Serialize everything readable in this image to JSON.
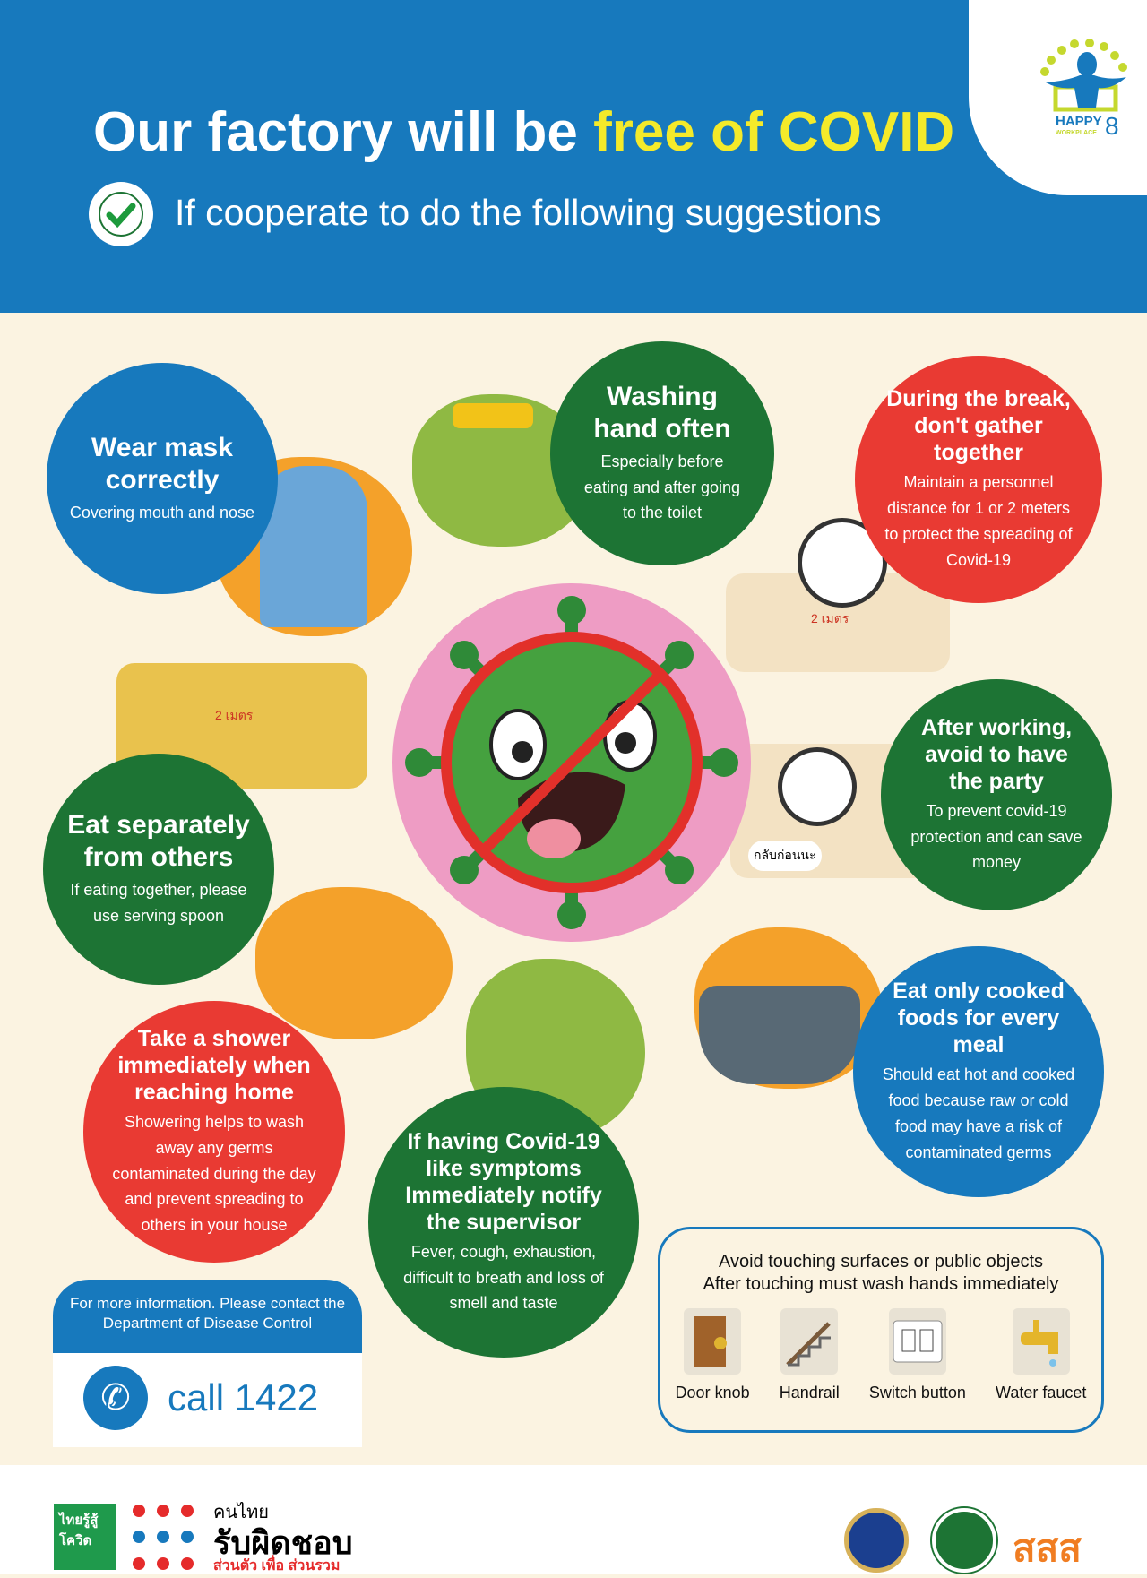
{
  "header": {
    "title_plain": "Our factory will be",
    "title_highlight": "free of COVID",
    "subtitle": "If cooperate to do the following suggestions",
    "logo": {
      "line1": "HAPPY",
      "line2": "WORKPLACE",
      "num": "8"
    }
  },
  "tips": [
    {
      "title": "Wear mask correctly",
      "body": "Covering mouth and nose"
    },
    {
      "title": "Washing hand often",
      "body": "Especially before eating and after going to the toilet"
    },
    {
      "title": "During the break, don't gather together",
      "body": "Maintain a personnel distance for 1 or 2 meters to protect the spreading of Covid-19"
    },
    {
      "title": "Eat separately from others",
      "body": "If eating together, please use serving spoon"
    },
    {
      "title": "After working, avoid to have the party",
      "body": "To prevent covid-19 protection and can save money"
    },
    {
      "title": "Eat only cooked foods for every meal",
      "body": "Should eat hot and cooked food because raw or cold food may have a risk of contaminated germs"
    },
    {
      "title": "Take a shower immediately when reaching home",
      "body": "Showering helps to wash away any germs contaminated during the day and prevent spreading to others in your house"
    },
    {
      "title": "If having Covid-19 like symptoms Immediately notify the supervisor",
      "body": "Fever, cough, exhaustion, difficult to breath and loss of smell and taste"
    }
  ],
  "illustration_labels": {
    "distance1": "2 เมตร",
    "distance2": "2 เมตร",
    "speech": "กลับก่อนนะ"
  },
  "contact": {
    "text": "For more information. Please contact the Department of Disease Control",
    "call_label": "call",
    "number": "1422"
  },
  "avoid": {
    "line1": "Avoid touching surfaces or public objects",
    "line2": "After touching must wash hands immediately",
    "objects": [
      "Door knob",
      "Handrail",
      "Switch button",
      "Water faucet"
    ]
  },
  "footer": {
    "badge": "ไทยรู้สู้โควิด",
    "l1": "คนไทย",
    "l2": "รับผิดชอบ",
    "l3": "ส่วนตัว เพื่อ ส่วนรวม",
    "sss": "สสส"
  }
}
